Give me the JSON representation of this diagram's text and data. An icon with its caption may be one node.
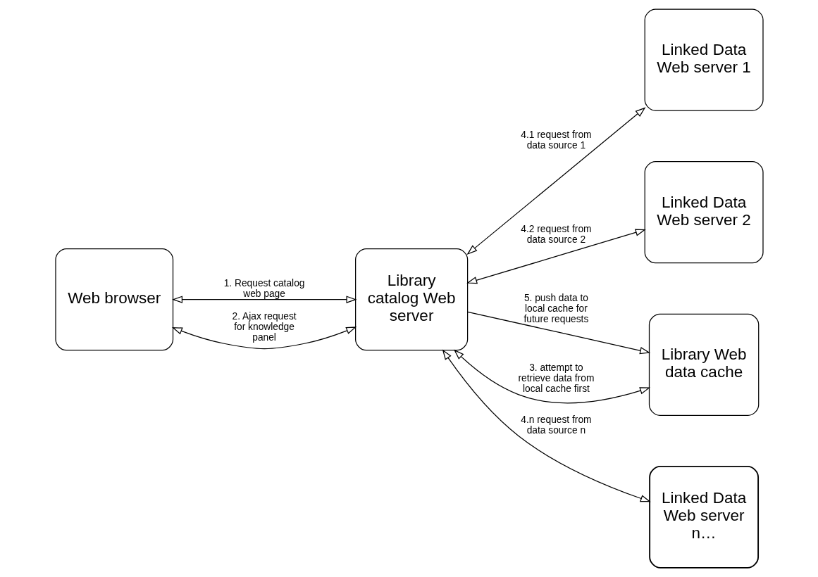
{
  "diagram": {
    "nodes": [
      {
        "text": [
          "Web browser"
        ]
      },
      {
        "text": [
          "Library catalog Web server"
        ]
      },
      {
        "text": [
          "Linked Data Web server 1"
        ]
      },
      {
        "text": [
          "Linked Data Web server 2"
        ]
      },
      {
        "text": [
          "Library Web data cache"
        ]
      },
      {
        "text": [
          "Linked Data Web server n…"
        ]
      }
    ],
    "edges": [
      {
        "from": 0,
        "to": 1,
        "arrow": "both",
        "label": "1. Request catalog web page"
      },
      {
        "from": 0,
        "to": 1,
        "arrow": "both",
        "label": "2. Ajax request for knowledge panel"
      },
      {
        "from": 4,
        "to": 1,
        "arrow": "both",
        "label": "3. attempt to retrieve data from local cache first"
      },
      {
        "from": 1,
        "to": 4,
        "arrow": "to",
        "label": "5. push data to local cache for future requests"
      },
      {
        "from": 1,
        "to": 2,
        "arrow": "both",
        "label": "4.1 request from data source 1"
      },
      {
        "from": 1,
        "to": 3,
        "arrow": "both",
        "label": "4.2 request from data source 2"
      },
      {
        "from": 1,
        "to": 5,
        "arrow": "both",
        "label": "4.n request from data source n"
      }
    ]
  }
}
